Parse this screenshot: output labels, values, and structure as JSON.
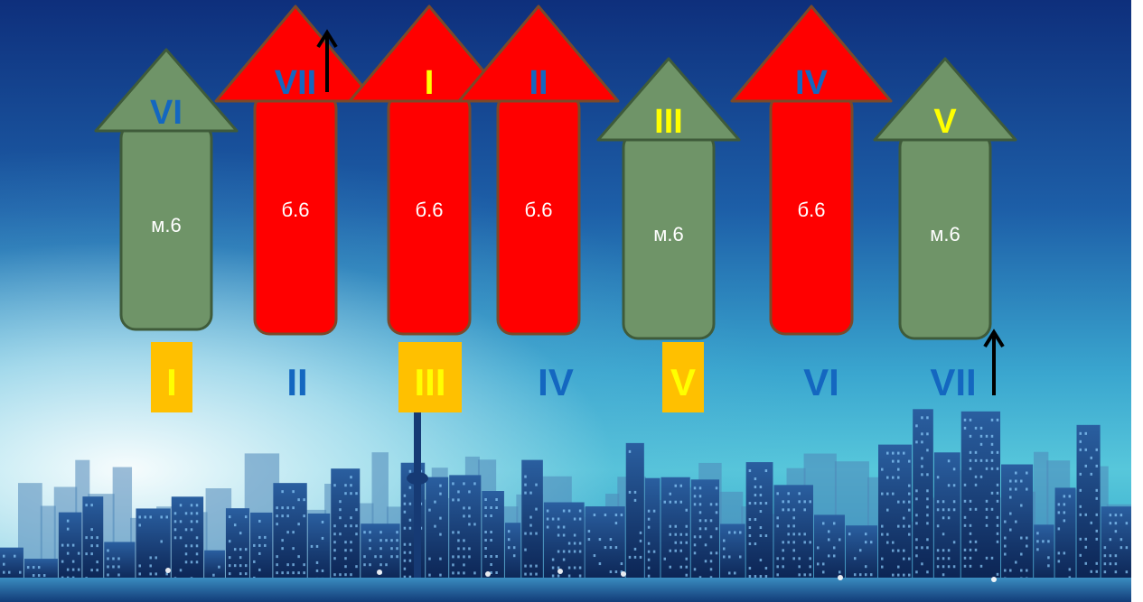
{
  "colors": {
    "major": "#6f9468",
    "minor": "#ff0000",
    "roman_blue": "#1467c0",
    "roman_yellow": "#ffff00",
    "highlight_box": "#ffc000",
    "interval_text": "#ffffff",
    "outline": "#3f5b3a"
  },
  "arrows": [
    {
      "interval": "м.6",
      "target": "VI",
      "type": "major",
      "target_color": "blue",
      "sharp_mark": false
    },
    {
      "interval": "б.6",
      "target": "VII",
      "type": "minor",
      "target_color": "blue",
      "sharp_mark": true
    },
    {
      "interval": "б.6",
      "target": "I",
      "type": "minor",
      "target_color": "yellow",
      "sharp_mark": false
    },
    {
      "interval": "б.6",
      "target": "II",
      "type": "minor",
      "target_color": "blue",
      "sharp_mark": false
    },
    {
      "interval": "м.6",
      "target": "III",
      "type": "major",
      "target_color": "yellow",
      "sharp_mark": false
    },
    {
      "interval": "б.6",
      "target": "IV",
      "type": "minor",
      "target_color": "blue",
      "sharp_mark": false
    },
    {
      "interval": "м.6",
      "target": "V",
      "type": "major",
      "target_color": "yellow",
      "sharp_mark": false
    }
  ],
  "degrees": [
    {
      "label": "I",
      "highlighted": true,
      "sharp_mark": false
    },
    {
      "label": "II",
      "highlighted": false,
      "sharp_mark": false
    },
    {
      "label": "III",
      "highlighted": true,
      "sharp_mark": false
    },
    {
      "label": "IV",
      "highlighted": false,
      "sharp_mark": false
    },
    {
      "label": "V",
      "highlighted": true,
      "sharp_mark": false
    },
    {
      "label": "VI",
      "highlighted": false,
      "sharp_mark": false
    },
    {
      "label": "VII",
      "highlighted": false,
      "sharp_mark": true
    }
  ]
}
